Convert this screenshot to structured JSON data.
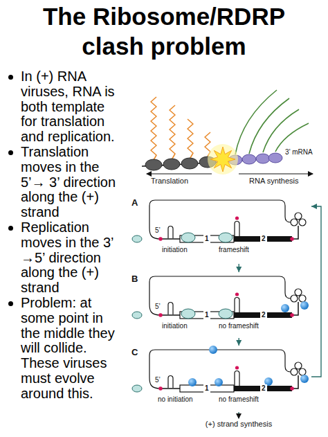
{
  "diagram": {
    "title": "The Ribosome/RDRP clash problem",
    "nodes": [
      {
        "text": [
          "A"
        ]
      },
      {
        "text": [
          "B"
        ]
      },
      {
        "text": [
          "C"
        ]
      }
    ],
    "edges": [
      {
        "from": 0,
        "to": 1,
        "arrow": "to"
      },
      {
        "from": 1,
        "to": 2,
        "arrow": "to"
      },
      {
        "from": 2,
        "to": 0,
        "arrow": "to"
      }
    ],
    "labels": [
      "In (+) RNA viruses, RNA is both template for translation and replication.",
      "Translation moves in the 5’→ 3’ direction along the (+) strand",
      "Replication moves in the 3’ →5’ direction along the (+) strand",
      "Problem: at some point in the middle they will collide. These viruses must evolve around this.",
      "Translation",
      "RNA synthesis",
      "3’ mRNA",
      "5’",
      "1",
      "2",
      "initiation",
      "frameshift",
      "5’",
      "1",
      "2",
      "initiation",
      "no frameshift",
      "5’",
      "1",
      "2",
      "no initiation",
      "no frameshift",
      "(+) strand synthesis"
    ]
  }
}
